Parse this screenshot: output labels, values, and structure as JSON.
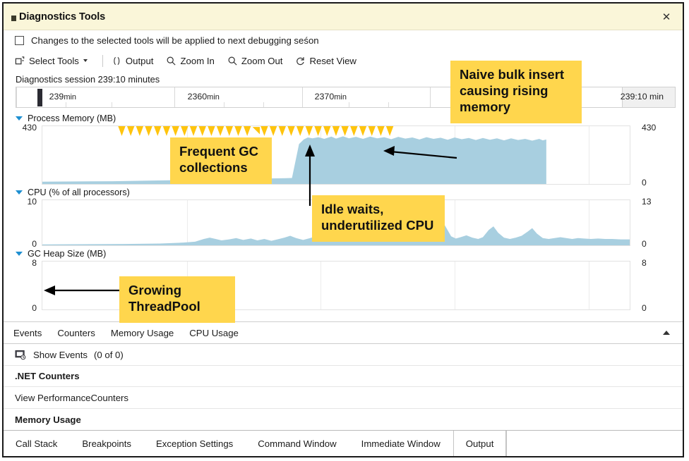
{
  "window": {
    "title": "Diagnostics Tools",
    "close_label": "✕"
  },
  "options": {
    "checkbox_label": "Changes to the selected tools will be applied to next debugging seśon",
    "checked": false
  },
  "toolbar": {
    "select_tools": "Select Tools",
    "output": "Output",
    "zoom_in": "Zoom In",
    "zoom_out": "Zoom Out",
    "reset_view": "Reset View"
  },
  "session": {
    "line": "Diagnostics session 239:10 minutes"
  },
  "ruler": {
    "labels": [
      {
        "value": "239",
        "unit": "min",
        "x_pct": 4.2
      },
      {
        "value": "2360",
        "unit": "min",
        "x_pct": 26.5
      },
      {
        "value": "2370",
        "unit": "min",
        "x_pct": 45.8
      }
    ],
    "end_label": "239:10 min",
    "cursor_x_pct": 3.2
  },
  "graphs": [
    {
      "name": "process-memory",
      "title": "Process Memory (MB)",
      "y_left_top": "430",
      "y_left_bottom": "",
      "y_right_top": "430",
      "y_right_bottom": "0"
    },
    {
      "name": "cpu",
      "title": "CPU (% of all processors)",
      "y_left_top": "10",
      "y_left_bottom": "0",
      "y_right_top": "13",
      "y_right_bottom": "0"
    },
    {
      "name": "gc-heap-size",
      "title": "GC Heap Size (MB)",
      "y_left_top": "8",
      "y_left_bottom": "0",
      "y_right_top": "8",
      "y_right_bottom": "0"
    }
  ],
  "annotations": [
    {
      "name": "naive-bulk-insert",
      "text": "Naive bulk insert causing rising memory"
    },
    {
      "name": "frequent-gc",
      "text": "Frequent GC collections"
    },
    {
      "name": "idle-waits",
      "text": "Idle waits, underutilized CPU"
    },
    {
      "name": "growing-threadpool",
      "text": "Growing ThreadPool"
    }
  ],
  "detail_tabs": [
    "Events",
    "Counters",
    "Memory Usage",
    "CPU Usage"
  ],
  "detail_rows": {
    "show_events": "Show Events",
    "show_events_count": "(0 of 0)",
    "net_counters": ".NET Counters",
    "view_perf_counters": "View PerformanceCounters",
    "memory_usage": "Memory Usage"
  },
  "footer_tabs": [
    {
      "label": "Call Stack",
      "active": false
    },
    {
      "label": "Breakpoints",
      "active": false
    },
    {
      "label": "Exception Settings",
      "active": false
    },
    {
      "label": "Command Window",
      "active": false
    },
    {
      "label": "Immediate Window",
      "active": false
    },
    {
      "label": "Output",
      "active": true
    }
  ],
  "colors": {
    "titlebar": "#faf6d9",
    "callout": "#ffd64d",
    "area_fill": "#a8cfe0",
    "gc_marker": "#ffc40d",
    "tri_blue": "#1e8fd1"
  },
  "chart_data": [
    {
      "type": "area",
      "title": "Process Memory (MB)",
      "ylabel": "MB",
      "ylim": [
        0,
        430
      ],
      "grid": true,
      "legend": "none",
      "gc_markers": true,
      "values": [
        6,
        6,
        6,
        6,
        6,
        6,
        6,
        7,
        7,
        7,
        7,
        7,
        8,
        8,
        8,
        8,
        9,
        9,
        9,
        10,
        10,
        10,
        11,
        11,
        12,
        12,
        13,
        13,
        14,
        14,
        15,
        15,
        16,
        16,
        16,
        17,
        17,
        17,
        18,
        18,
        18,
        18,
        18,
        18,
        18,
        18,
        18,
        18,
        18,
        18,
        18,
        18,
        18,
        18,
        18,
        18,
        18,
        18,
        18,
        18,
        18,
        18,
        18,
        18,
        18,
        18,
        18,
        18,
        18,
        18,
        18,
        18,
        18,
        18,
        18,
        18,
        18,
        18,
        18,
        18,
        300,
        340,
        352,
        348,
        344,
        358,
        350,
        346,
        356,
        352,
        348,
        358,
        350,
        344,
        354,
        348,
        342,
        352,
        346,
        340,
        350,
        346,
        338,
        348,
        342,
        336,
        346,
        340,
        334,
        344,
        338,
        332,
        342,
        336,
        330,
        340,
        334,
        328,
        338,
        332,
        0,
        0,
        0,
        0,
        0,
        0,
        0,
        0,
        0,
        0,
        0,
        0,
        0,
        0,
        0,
        0,
        0,
        0,
        0,
        0
      ]
    },
    {
      "type": "area",
      "title": "CPU (% of all processors)",
      "ylabel": "%",
      "ylim": [
        0,
        13
      ],
      "grid": true,
      "legend": "none",
      "values": [
        0.2,
        0.2,
        0.2,
        0.2,
        0.3,
        0.3,
        0.3,
        0.3,
        0.4,
        0.4,
        0.4,
        0.4,
        0.5,
        0.5,
        0.5,
        0.5,
        0.6,
        0.6,
        0.6,
        0.6,
        0.7,
        0.7,
        0.7,
        0.8,
        0.8,
        0.8,
        0.9,
        0.9,
        1.0,
        1.0,
        1.1,
        1.1,
        1.2,
        1.2,
        1.3,
        1.3,
        1.4,
        1.4,
        1.5,
        1.5,
        1.6,
        1.7,
        2.6,
        2.8,
        2.4,
        2.0,
        1.9,
        2.1,
        2.0,
        1.8,
        1.7,
        1.6,
        1.5,
        1.8,
        2.2,
        2.0,
        1.8,
        1.7,
        1.9,
        2.4,
        3.2,
        2.6,
        2.2,
        2.0,
        2.3,
        2.7,
        2.4,
        2.1,
        2.6,
        3.0,
        2.7,
        2.4,
        2.2,
        2.9,
        3.4,
        3.0,
        2.6,
        2.4,
        2.8,
        3.2,
        2.8,
        2.5,
        2.3,
        3.0,
        3.6,
        4.0,
        3.2,
        2.6,
        2.4,
        2.8,
        6.5,
        5.0,
        3.4,
        2.6,
        2.3,
        2.7,
        3.1,
        2.8,
        2.5,
        2.9,
        3.3,
        3.0,
        2.6,
        2.4,
        4.6,
        3.8,
        3.0,
        2.6,
        2.4,
        2.8,
        3.2,
        2.9,
        2.6,
        3.0,
        5.0,
        4.0,
        3.2,
        2.8,
        2.5,
        2.9,
        3.0,
        2.8,
        2.6,
        2.4,
        2.6,
        2.8,
        2.6,
        2.4,
        2.6,
        2.8,
        2.6,
        2.4,
        2.5,
        2.7,
        2.6,
        2.4,
        2.5,
        2.6,
        2.5,
        2.4,
        2.5,
        2.6,
        2.5,
        2.4,
        2.5,
        2.6,
        2.5,
        2.4,
        2.4,
        2.4
      ]
    },
    {
      "type": "area",
      "title": "GC Heap Size (MB)",
      "ylabel": "MB",
      "ylim": [
        0,
        8
      ],
      "grid": true,
      "legend": "none",
      "values": [
        0,
        0,
        0,
        0,
        0,
        0,
        0,
        0,
        0,
        0,
        0,
        0,
        0,
        0,
        0,
        0,
        0,
        0,
        0,
        0
      ]
    }
  ]
}
